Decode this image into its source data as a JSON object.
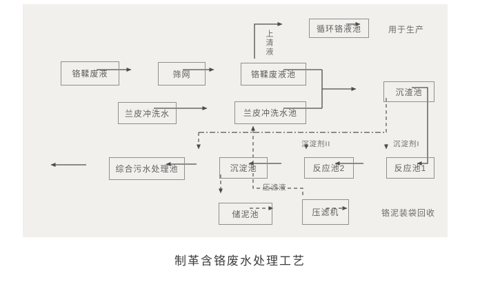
{
  "caption": "制革含铬废水处理工艺",
  "diagram": {
    "nodes": {
      "chrome_waste": "铬鞣废液",
      "screen": "筛网",
      "chrome_waste_pool": "铬鞣废液池",
      "recycle_chrome_pool": "循环铬液池",
      "rinse_water": "兰皮冲洗水",
      "rinse_water_pool": "兰皮冲洗水池",
      "residue_settling_pool": "沉渣池",
      "reaction_pool_1": "反应池1",
      "reaction_pool_2": "反应池2",
      "sedimentation_pool": "沉淀池",
      "comprehensive_sewage_pool": "综合污水处理池",
      "sludge_pool": "储泥池",
      "filter_press": "压滤机"
    },
    "labels": {
      "supernatant": "上清液",
      "for_production": "用于生产",
      "precipitant_1": "沉淀剂I",
      "precipitant_2": "沉淀剂II",
      "filtrate": "压滤液",
      "chrome_sludge_recovery": "铬泥装袋回收"
    },
    "edges": [
      "铬鞣废液 → 筛网",
      "筛网 → 铬鞣废液池",
      "铬鞣废液池 →(上清液)→ 循环铬液池",
      "循环铬液池 → 用于生产",
      "兰皮冲洗水 → 兰皮冲洗水池",
      "铬鞣废液池 + 兰皮冲洗水池 → 沉渣池",
      "沉渣池 → 反应池1",
      "沉淀剂I ⇢ 反应池1",
      "沉淀剂II ⇢ 反应池2",
      "反应池1 → 反应池2",
      "反应池2 → 沉淀池",
      "沉淀池 → 综合污水处理池",
      "综合污水处理池 → 排出",
      "沉淀池 ⇢ 储泥池",
      "储泥池 ⇢ 压滤机",
      "压滤机 ⇢ 铬泥装袋回收",
      "压滤机 ⇢(压滤液)⇢ 兰皮冲洗水池"
    ],
    "colors": {
      "panel_bg": "#f1f0ed",
      "box_border": "#8e8e8e",
      "box_text": "#5f5f5f",
      "line": "#4b4b4b",
      "caption_text": "#3c3c3c"
    }
  }
}
